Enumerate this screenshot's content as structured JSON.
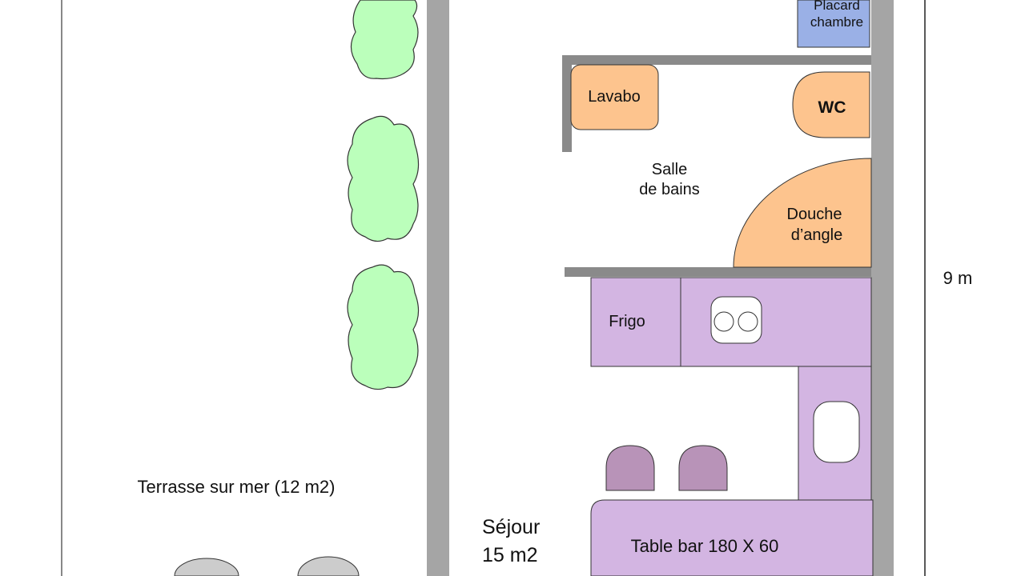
{
  "labels": {
    "placard": [
      "Placard",
      "chambre"
    ],
    "lavabo": "Lavabo",
    "wc": "WC",
    "salle_de_bains": [
      "Salle",
      "de bains"
    ],
    "douche": [
      "Douche",
      "d’angle"
    ],
    "frigo": "Frigo",
    "table_bar": "Table bar 180 X 60",
    "sejour": [
      "Séjour",
      "15 m2"
    ],
    "terrasse": "Terrasse sur mer (12 m2)",
    "dimension": "9 m"
  },
  "colors": {
    "wall": "#a5a5a5",
    "sanitary": "#fdc48e",
    "kitchen": "#d3b5e2",
    "stool": "#b893b8",
    "closet": "#9ab0e6",
    "plant": "#bbffbb",
    "chair": "#cccccc"
  }
}
